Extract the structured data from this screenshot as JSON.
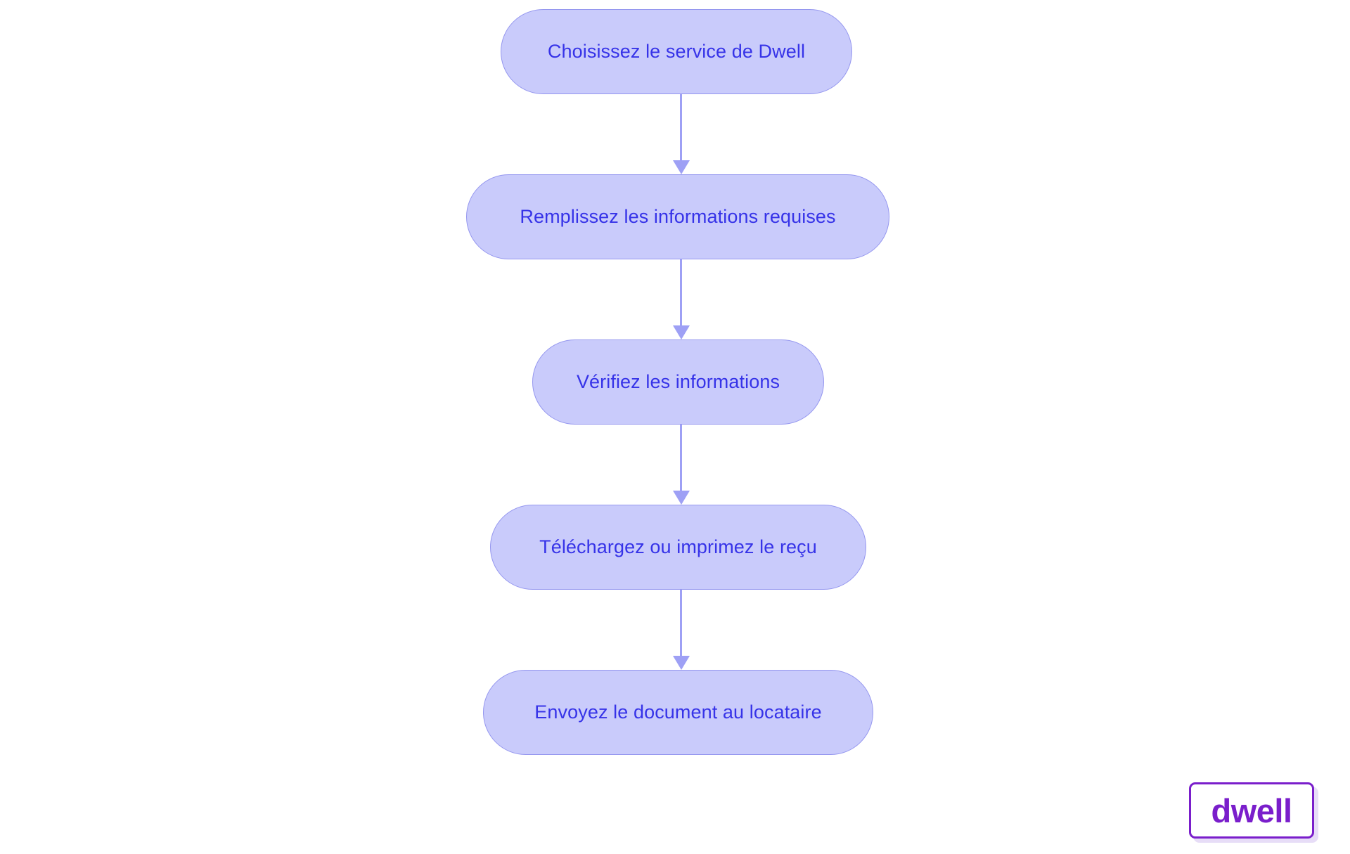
{
  "diagram": {
    "type": "flowchart",
    "orientation": "top-to-bottom",
    "node_fill_color": "#c9cbfb",
    "node_border_color": "#9597ef",
    "node_text_color": "#3633e8",
    "connector_color": "#9ea0f5",
    "background_color": "#ffffff",
    "nodes": [
      {
        "id": "node-1",
        "label": "Choisissez le service de Dwell"
      },
      {
        "id": "node-2",
        "label": "Remplissez les informations requises"
      },
      {
        "id": "node-3",
        "label": "Vérifiez les informations"
      },
      {
        "id": "node-4",
        "label": "Téléchargez ou imprimez le reçu"
      },
      {
        "id": "node-5",
        "label": "Envoyez le document au locataire"
      }
    ],
    "connectors": [
      {
        "id": "conn-1",
        "from": "node-1",
        "to": "node-2",
        "arrow": "down"
      },
      {
        "id": "conn-2",
        "from": "node-2",
        "to": "node-3",
        "arrow": "down"
      },
      {
        "id": "conn-3",
        "from": "node-3",
        "to": "node-4",
        "arrow": "down"
      },
      {
        "id": "conn-4",
        "from": "node-4",
        "to": "node-5",
        "arrow": "down"
      }
    ]
  },
  "brand": {
    "name": "dwell",
    "text_color": "#7a1ecb",
    "border_color": "#7a1ecb",
    "shadow_color": "#e7ddf7"
  }
}
